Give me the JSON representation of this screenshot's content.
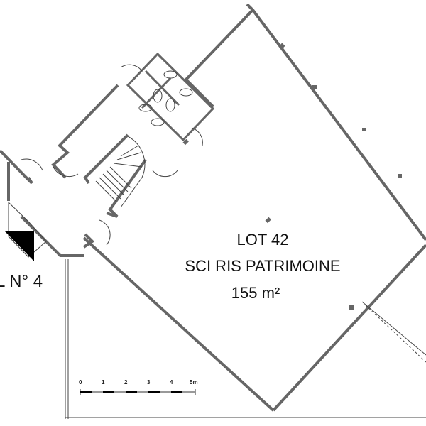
{
  "lot": {
    "title": "LOT 42",
    "owner": "SCI RIS PATRIMOINE",
    "area": "155 m²"
  },
  "neighbor_lot": {
    "label": "L N° 4"
  },
  "scale_bar": {
    "ticks": [
      "0",
      "1",
      "2",
      "3",
      "4",
      "5m"
    ]
  },
  "north_marker": {
    "icon": "north-arrow-triangle"
  }
}
